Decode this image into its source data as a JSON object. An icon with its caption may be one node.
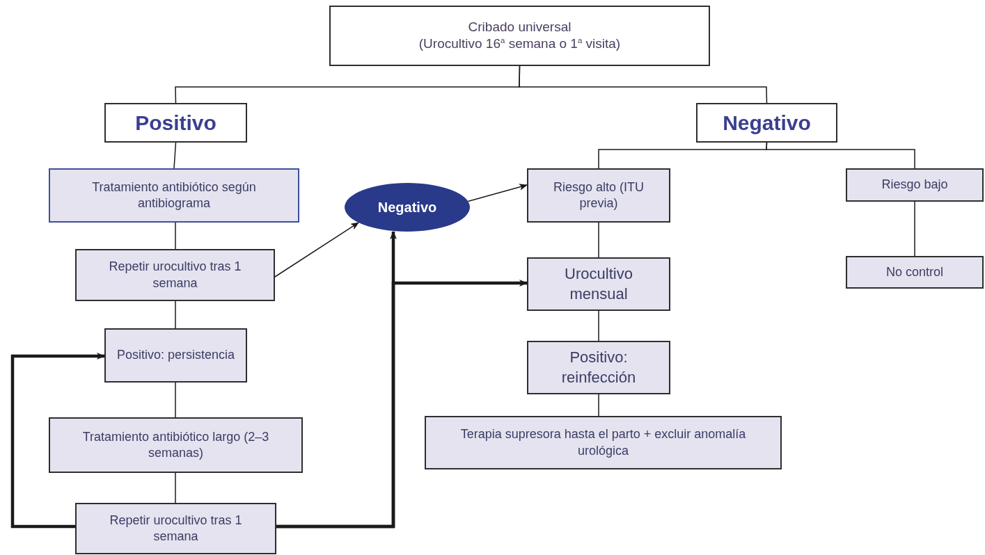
{
  "diagram": {
    "nodes": [
      {
        "text": [
          "Cribado universal",
          "(Urocultivo 16$^{a}$ semana o 1$^{a}$ visita)"
        ]
      },
      {
        "text": [
          "Positivo"
        ]
      },
      {
        "text": [
          "Negativo"
        ]
      },
      {
        "text": [
          "Tratamiento antibiótico según antibiograma"
        ]
      },
      {
        "text": [
          "Repetir urocultivo tras 1 semana"
        ]
      },
      {
        "text": [
          "Positivo: persistencia"
        ]
      },
      {
        "text": [
          "Tratamiento antibiótico largo (2–3 semanas)"
        ]
      },
      {
        "text": [
          "Repetir urocultivo tras 1 semana"
        ]
      },
      {
        "text": [
          "Negativo"
        ]
      },
      {
        "text": [
          "Riesgo alto (ITU previa)"
        ]
      },
      {
        "text": [
          "Urocultivo mensual"
        ]
      },
      {
        "text": [
          "Positivo: reinfección"
        ]
      },
      {
        "text": [
          "Terapia supresora hasta el parto + excluir anomalía urológica"
        ]
      },
      {
        "text": [
          "Riesgo bajo"
        ]
      },
      {
        "text": [
          "No control"
        ]
      }
    ],
    "edges": [
      {
        "from": 0,
        "to": 1,
        "arrow": "none"
      },
      {
        "from": 0,
        "to": 2,
        "arrow": "none"
      },
      {
        "from": 1,
        "to": 3,
        "arrow": "none"
      },
      {
        "from": 3,
        "to": 4,
        "arrow": "none"
      },
      {
        "from": 4,
        "to": 5,
        "arrow": "none"
      },
      {
        "from": 5,
        "to": 6,
        "arrow": "none"
      },
      {
        "from": 6,
        "to": 7,
        "arrow": "none"
      },
      {
        "from": 7,
        "to": 5,
        "arrow": "to",
        "style": "thick"
      },
      {
        "from": 4,
        "to": 8,
        "arrow": "to"
      },
      {
        "from": 7,
        "to": 8,
        "arrow": "to",
        "style": "thick"
      },
      {
        "from": 7,
        "to": 10,
        "arrow": "to",
        "style": "thick"
      },
      {
        "from": 8,
        "to": 9,
        "arrow": "to"
      },
      {
        "from": 2,
        "to": 9,
        "arrow": "none"
      },
      {
        "from": 2,
        "to": 13,
        "arrow": "none"
      },
      {
        "from": 9,
        "to": 10,
        "arrow": "none"
      },
      {
        "from": 10,
        "to": 11,
        "arrow": "none"
      },
      {
        "from": 11,
        "to": 12,
        "arrow": "none"
      },
      {
        "from": 13,
        "to": 14,
        "arrow": "none"
      }
    ]
  }
}
